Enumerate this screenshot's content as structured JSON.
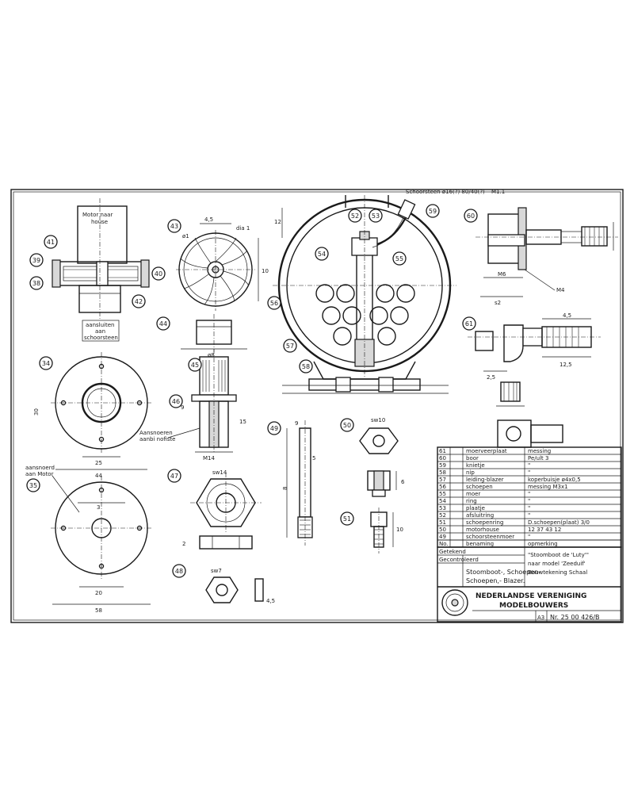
{
  "balloons": [
    "41",
    "39",
    "38",
    "42",
    "43",
    "40",
    "34",
    "35",
    "44",
    "45",
    "46",
    "47",
    "48",
    "49",
    "50",
    "51",
    "52",
    "53",
    "54",
    "55",
    "56",
    "57",
    "58",
    "59",
    "60",
    "61"
  ],
  "notes": {
    "motor_label": "Motor naar\nhouse",
    "note_left_top": "aansluiten\naan\nschoorsteen",
    "note_left_mid": "aansnoerd\naan Motor",
    "note_mid": "Aansnoeren\naanbi nofiste\n",
    "top_leader": "Schoorsteen ø16(?) 80/40(?)",
    "top_thread": "M1.1"
  },
  "parts_table": {
    "rows": [
      {
        "no": "61",
        "name": "moerveerplaat",
        "material": "messing"
      },
      {
        "no": "60",
        "name": "boor",
        "material": "Pe/ult 3"
      },
      {
        "no": "59",
        "name": "knietje",
        "material": "\""
      },
      {
        "no": "58",
        "name": "nip",
        "material": "\""
      },
      {
        "no": "57",
        "name": "leiding-blazer",
        "material": "koperbuisje ø4x0,5"
      },
      {
        "no": "56",
        "name": "schoepen",
        "material": "messing M3x1"
      },
      {
        "no": "55",
        "name": "moer",
        "material": "\""
      },
      {
        "no": "54",
        "name": "ring",
        "material": "\""
      },
      {
        "no": "53",
        "name": "plaatje",
        "material": "\""
      },
      {
        "no": "52",
        "name": "afsluitring",
        "material": "\""
      },
      {
        "no": "51",
        "name": "schoepenring",
        "material": "D.schoepen(plaat) 3/0"
      },
      {
        "no": "50",
        "name": "motorhouse",
        "material": "12 37 43 12"
      },
      {
        "no": "49",
        "name": "schoorsteenmoer",
        "material": "\""
      }
    ],
    "header": {
      "no": "No.",
      "name": "benaming",
      "material": "opmerking"
    }
  },
  "title_block": {
    "description_line1": "Stoomboot-, Schoepen-",
    "description_line2": "Schoepen,- Blazer.",
    "model_line1": "\"Stoomboot de 'Luty'\"",
    "model_line2": "naar model 'Zeeduif'",
    "model_line3": "Bouwtekening Schaal",
    "org_line1": "NEDERLANDSE VERENIGING",
    "org_line2": "MODELBOUWERS",
    "sheet_size": "A3",
    "drawing_no": "Nr. 25 00 426/B",
    "label_getekend": "Getekend",
    "label_gecontroleerd": "Gecontroleerd"
  },
  "dims": {
    "d1": "ø1",
    "d2": "4,5",
    "d3": "dia 1",
    "d4": "10",
    "d5": "ø8",
    "d6": "9",
    "d7": "15",
    "d8": "M14",
    "d9": "12",
    "d10": "M6",
    "d11": "s2",
    "d12": "6",
    "d13": "sw7",
    "d14": "sw10",
    "d15": "4,5",
    "d16": "30",
    "d17": "44",
    "d18": "25",
    "d19": "58",
    "d20": "3",
    "d21": "2",
    "d22": "20",
    "d23": "12,5",
    "d24": "2,5",
    "d25": "M4",
    "d26": "sw14",
    "d27": "5",
    "d28": "8"
  }
}
